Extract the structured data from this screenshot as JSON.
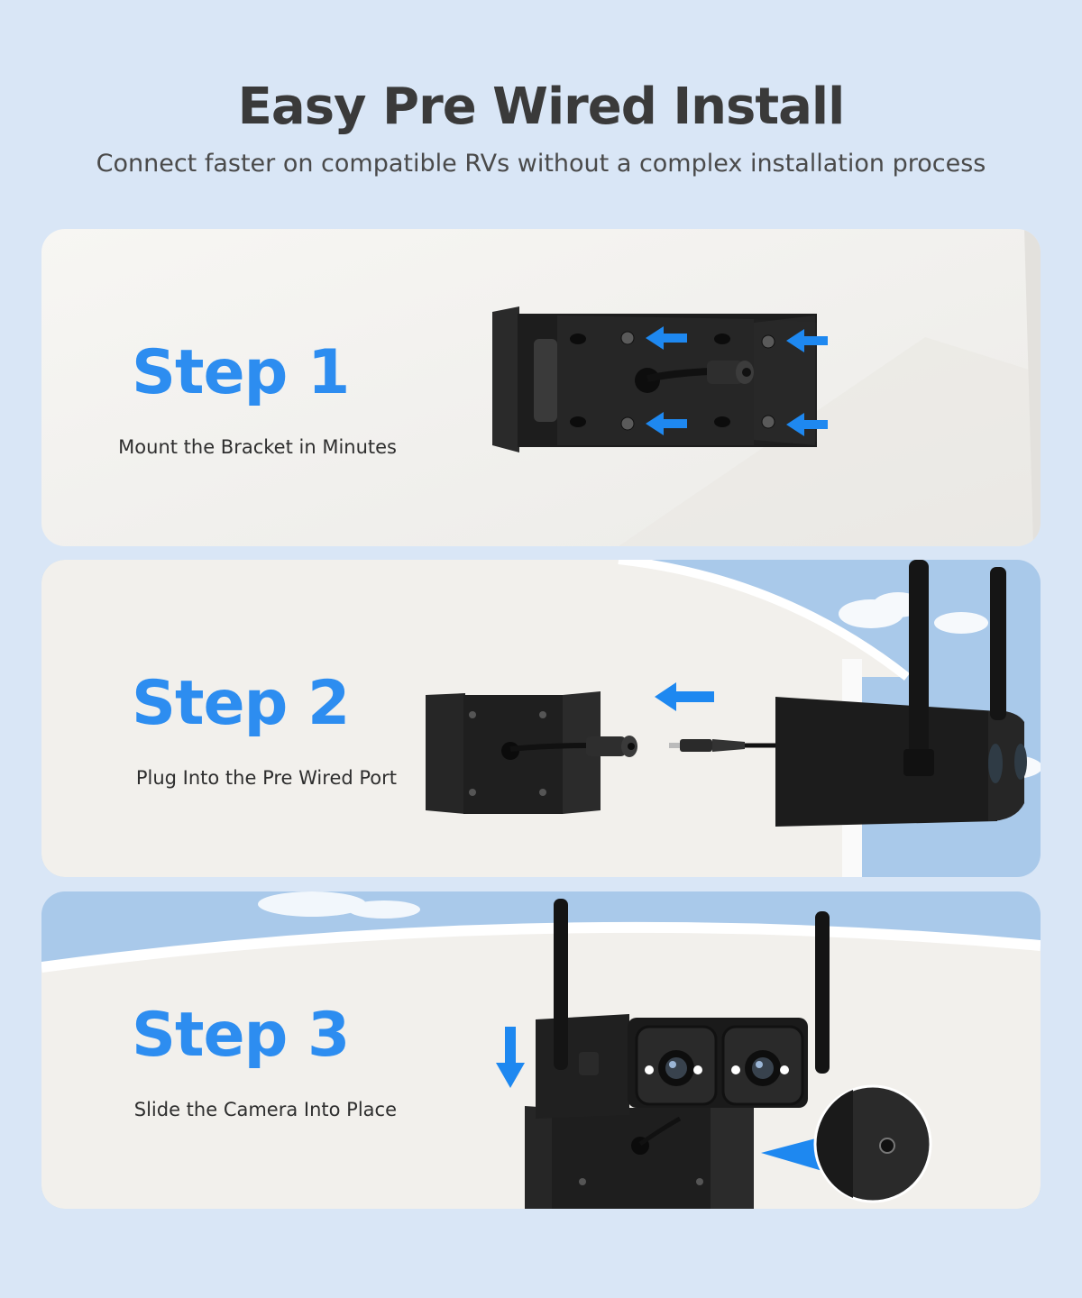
{
  "header": {
    "title": "Easy Pre Wired Install",
    "subtitle": "Connect faster on compatible RVs without a complex installation process"
  },
  "steps": [
    {
      "title": "Step 1",
      "description": "Mount the Bracket in Minutes"
    },
    {
      "title": "Step 2",
      "description": "Plug Into the Pre Wired Port"
    },
    {
      "title": "Step 3",
      "description": "Slide the Camera Into Place"
    }
  ],
  "colors": {
    "page_bg": "#d9e6f6",
    "accent_blue": "#2d8df0",
    "arrow_blue": "#1e88f0",
    "device_black": "#1f1f1f",
    "card_white": "#f3f1ee",
    "sky": "#a9c9ea"
  },
  "icons": [
    "arrow-left-icon",
    "arrow-down-icon"
  ]
}
